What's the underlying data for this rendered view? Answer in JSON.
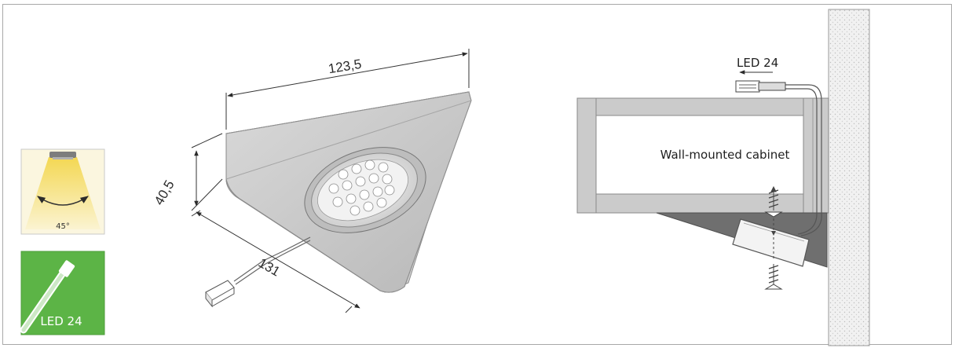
{
  "icons": {
    "beam_angle": "45°",
    "led_system": "LED 24",
    "led_panel_color": "#5cb446"
  },
  "dimensions": {
    "width": "123,5",
    "height": "40,5",
    "depth": "131"
  },
  "installation": {
    "connector_label": "LED 24",
    "cabinet_label": "Wall-mounted cabinet"
  }
}
